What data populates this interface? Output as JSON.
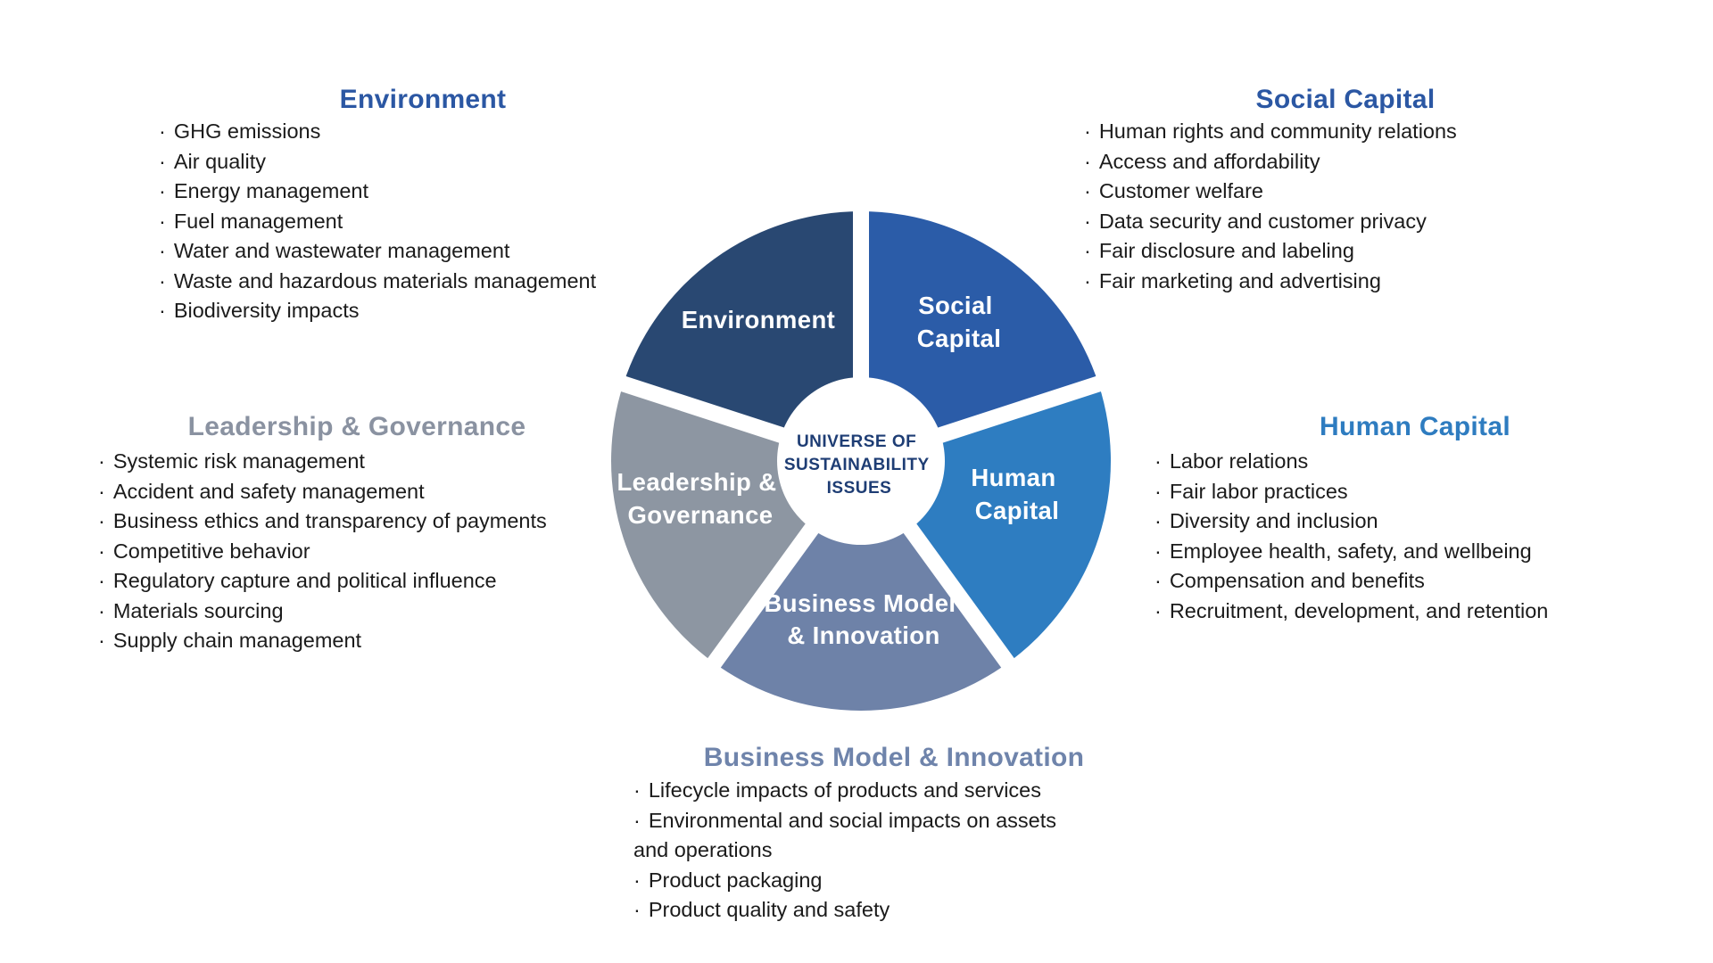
{
  "ui": {
    "bullet": "·"
  },
  "wheel": {
    "center_label": {
      "lines": [
        "UNIVERSE OF",
        "SUSTAINABILITY",
        "ISSUES"
      ],
      "color": "#1e3d74"
    },
    "segments": [
      {
        "name": "Environment",
        "lines": [
          "Environment"
        ],
        "color": "#294872"
      },
      {
        "name": "Social Capital",
        "lines": [
          "Social",
          "Capital"
        ],
        "color": "#2b5ca8"
      },
      {
        "name": "Human Capital",
        "lines": [
          "Human",
          "Capital"
        ],
        "color": "#2e7dc1"
      },
      {
        "name": "Business Model & Innovation",
        "lines": [
          "Business Model",
          "& Innovation"
        ],
        "color": "#6e82a8"
      },
      {
        "name": "Leadership & Governance",
        "lines": [
          "Leadership &",
          "Governance"
        ],
        "color": "#8d96a2"
      }
    ]
  },
  "sections": [
    {
      "key": "environment",
      "title": "Environment",
      "title_color": "#2b57a3",
      "items": [
        "GHG emissions",
        "Air quality",
        "Energy management",
        "Fuel management",
        "Water and wastewater management",
        "Waste and hazardous materials management",
        "Biodiversity impacts"
      ]
    },
    {
      "key": "social-capital",
      "title": "Social Capital",
      "title_color": "#2b57a3",
      "items": [
        "Human rights and community relations",
        "Access and affordability",
        "Customer welfare",
        "Data security and customer privacy",
        "Fair disclosure and labeling",
        "Fair marketing and advertising"
      ]
    },
    {
      "key": "human-capital",
      "title": "Human Capital",
      "title_color": "#2e7cc0",
      "items": [
        "Labor relations",
        "Fair labor practices",
        "Diversity and inclusion",
        "Employee health, safety, and wellbeing",
        "Compensation and benefits",
        "Recruitment, development, and retention"
      ]
    },
    {
      "key": "leadership-governance",
      "title": "Leadership & Governance",
      "title_color": "#8a92a1",
      "items": [
        "Systemic risk management",
        "Accident and safety management",
        "Business ethics and transparency of payments",
        "Competitive behavior",
        "Regulatory capture and political influence",
        "Materials sourcing",
        "Supply chain management"
      ]
    },
    {
      "key": "business-model-innovation",
      "title": "Business Model & Innovation",
      "title_color": "#6f84ab",
      "items": [
        "Lifecycle impacts of products and services",
        "Environmental and social impacts on assets\nand operations",
        "Product packaging",
        "Product quality and safety"
      ]
    }
  ]
}
